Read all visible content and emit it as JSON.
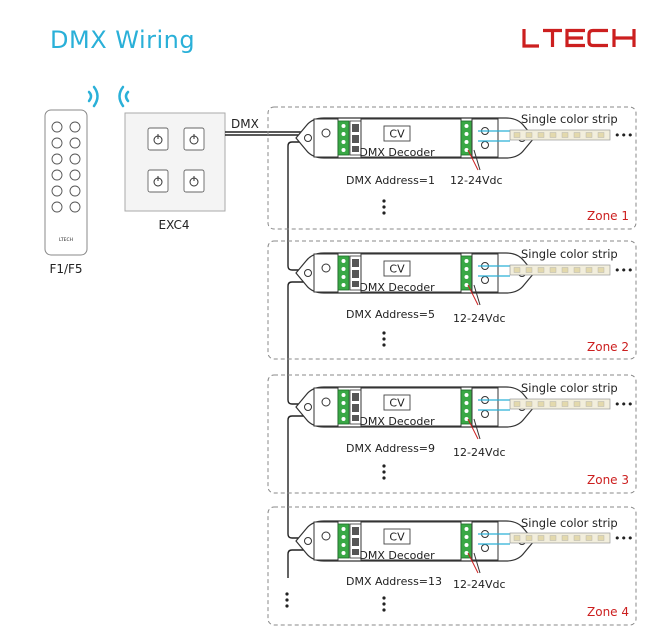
{
  "title": "DMX Wiring",
  "brand": {
    "logo_text": "LTECH",
    "color": "#cc1f1f"
  },
  "accent_color": "#2ab0d8",
  "remote": {
    "label": "F1/F5",
    "brand_small": "LTECH"
  },
  "panel": {
    "label": "EXC4"
  },
  "dmx_label": "DMX",
  "decoder": {
    "cv": "CV",
    "name": "DMX Decoder"
  },
  "strip_label": "Single color strip",
  "voltage": "12-24Vdc",
  "ellipsis": "•••",
  "zones": [
    {
      "address": "DMX Address=1",
      "zone": "Zone 1"
    },
    {
      "address": "DMX Address=5",
      "zone": "Zone 2"
    },
    {
      "address": "DMX Address=9",
      "zone": "Zone 3"
    },
    {
      "address": "DMX Address=13",
      "zone": "Zone 4"
    }
  ]
}
